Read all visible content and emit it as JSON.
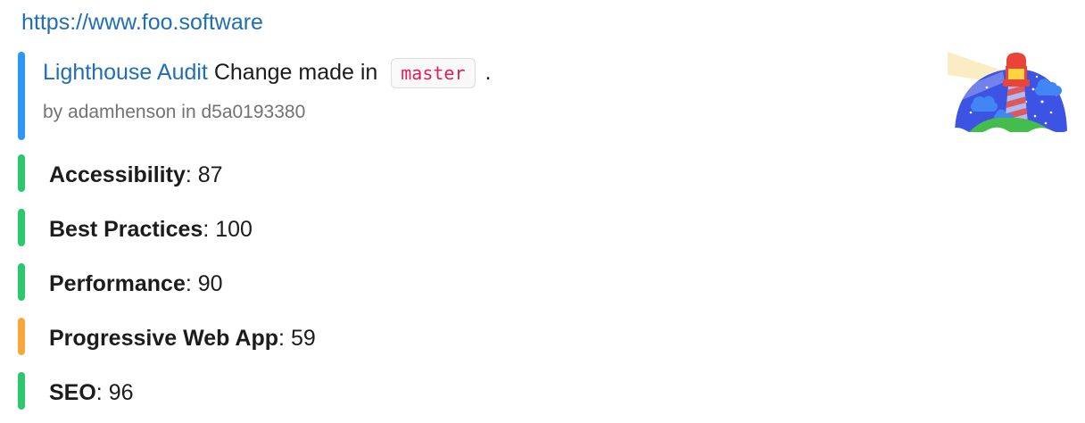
{
  "message": {
    "url_link": "https://www.foo.software",
    "attachment": {
      "title_link": "Lighthouse Audit",
      "title_text": "Change made in",
      "branch_code": "master",
      "title_suffix": ".",
      "byline": "by adamhenson in d5a0193380",
      "bar_color": "#2e96f5",
      "image_icon": "lighthouse-logo"
    },
    "scores": [
      {
        "label": "Accessibility",
        "separator": ": ",
        "value": "87",
        "bar_color": "#2dc76d"
      },
      {
        "label": "Best Practices",
        "separator": ": ",
        "value": "100",
        "bar_color": "#2dc76d"
      },
      {
        "label": "Performance",
        "separator": ": ",
        "value": "90",
        "bar_color": "#2dc76d"
      },
      {
        "label": "Progressive Web App",
        "separator": ": ",
        "value": "59",
        "bar_color": "#f9a73b"
      },
      {
        "label": "SEO",
        "separator": ": ",
        "value": "96",
        "bar_color": "#2dc76d"
      }
    ]
  },
  "colors": {
    "link_blue": "#1f6fb2",
    "text_dark": "#1d1c1d",
    "muted_gray": "#717274",
    "code_red": "#e01e5a",
    "bar_blue": "#2e96f5",
    "bar_green": "#2dc76d",
    "bar_orange": "#f9a73b"
  }
}
